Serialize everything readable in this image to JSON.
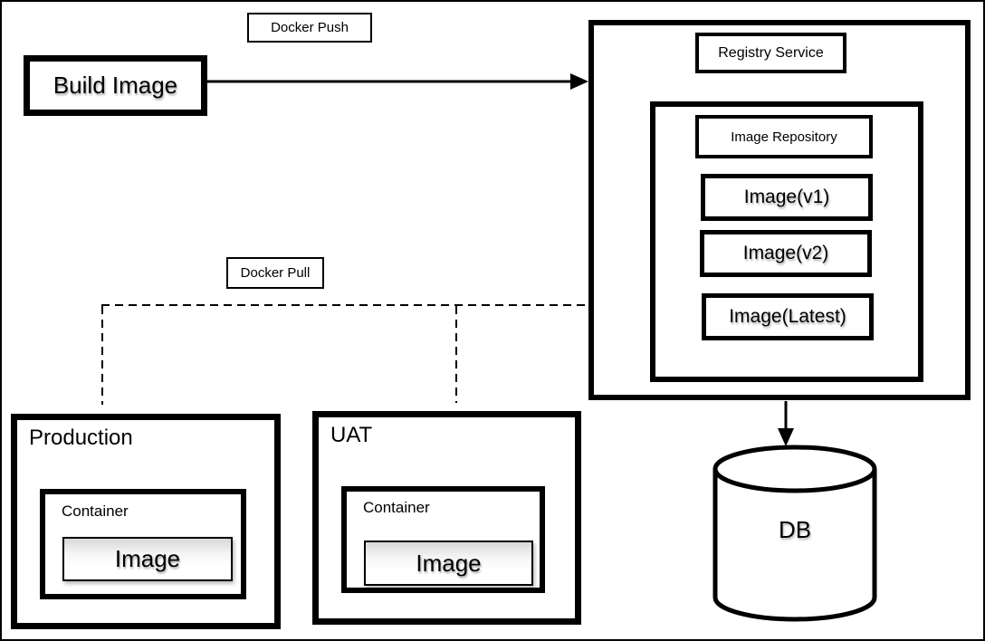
{
  "diagram": {
    "build": {
      "label": "Build Image"
    },
    "push_label": "Docker Push",
    "pull_label": "Docker Pull",
    "registry": {
      "label": "Registry Service",
      "repository": {
        "label": "Image Repository",
        "images": [
          "Image(v1)",
          "Image(v2)",
          "Image(Latest)"
        ]
      }
    },
    "environments": [
      {
        "label": "Production",
        "container_label": "Container",
        "image_label": "Image"
      },
      {
        "label": "UAT",
        "container_label": "Container",
        "image_label": "Image"
      }
    ],
    "db": {
      "label": "DB"
    }
  },
  "colors": {
    "stroke": "#000000",
    "background": "#ffffff"
  }
}
